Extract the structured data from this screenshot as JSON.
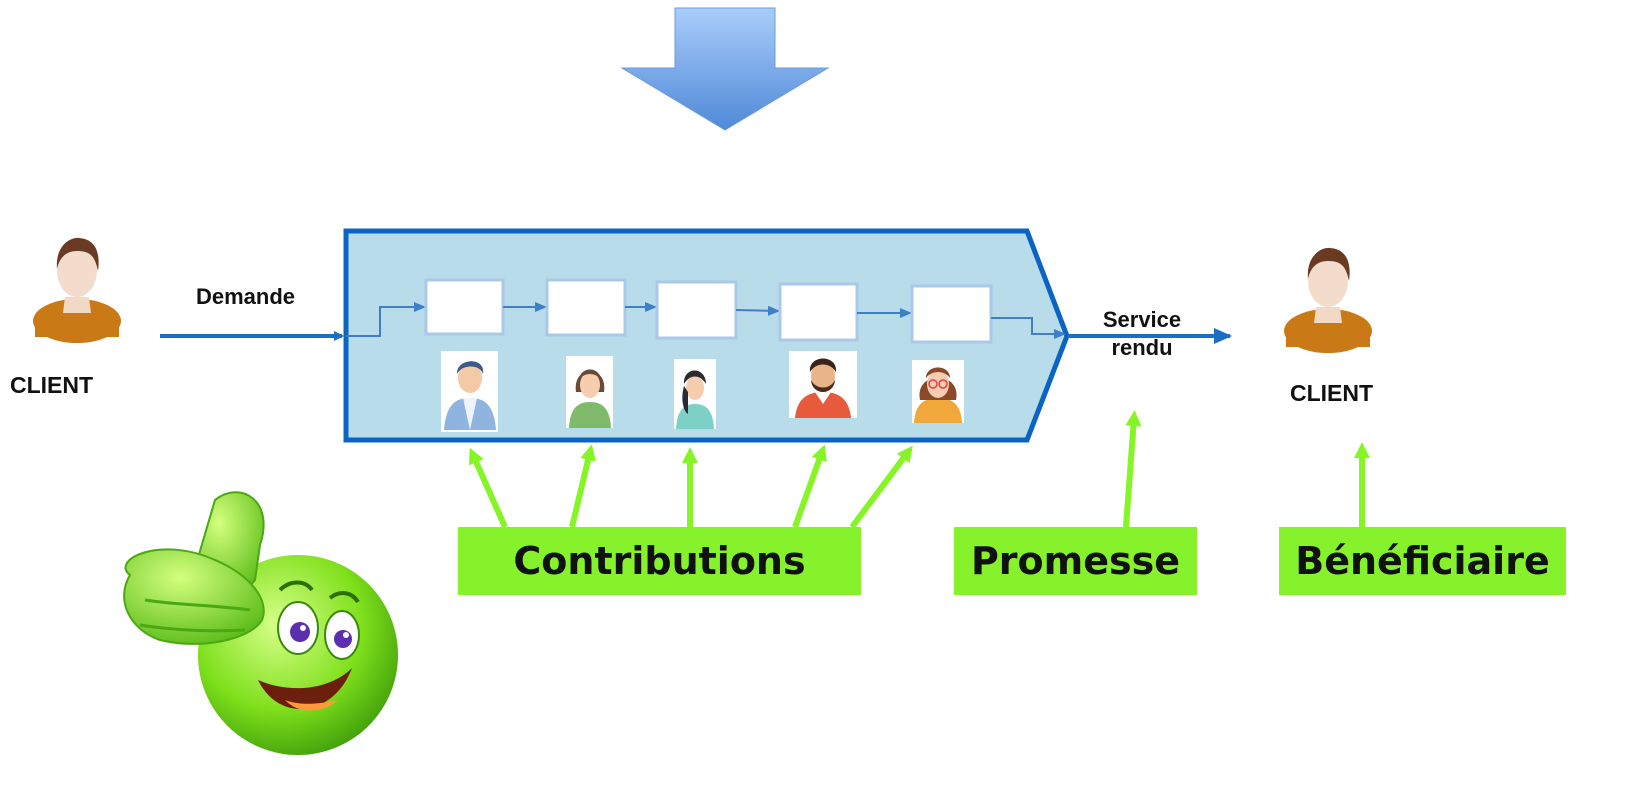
{
  "colors": {
    "process_fill": "#b8dcea",
    "process_border": "#0b63c6",
    "flow_arrow": "#1a6fc4",
    "inner_arrow": "#3f7fc9",
    "label_green": "#86f22c",
    "pointer_green": "#85f526",
    "big_arrow": "#7fb0f0"
  },
  "labels": {
    "client_left": "CLIENT",
    "client_right": "CLIENT",
    "demande": "Demande",
    "service_line1": "Service",
    "service_line2": "rendu"
  },
  "boxes": {
    "contributions": "Contributions",
    "promesse": "Promesse",
    "beneficiaire": "Bénéficiaire"
  },
  "icons": {
    "client_left": "person-icon",
    "client_right": "person-icon",
    "contributors": [
      "man-avatar-icon",
      "woman-avatar-icon",
      "girl-avatar-icon",
      "bearded-man-avatar-icon",
      "woman-glasses-avatar-icon"
    ],
    "smiley": "thumbs-up-smiley-icon",
    "top_arrow": "down-arrow-icon"
  }
}
